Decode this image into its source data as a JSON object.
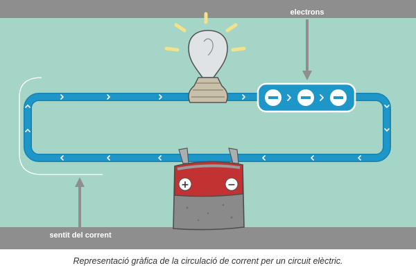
{
  "labels": {
    "electrons": "electrons",
    "current_direction": "sentit del corrent"
  },
  "battery": {
    "positive_symbol": "+",
    "negative_symbol": "−"
  },
  "caption": "Representació gràfica de la circulació de corrent per un circuit elèctric.",
  "colors": {
    "background": "#a5d5c7",
    "band": "#8e8e8e",
    "wire": "#1f96c8",
    "wire_outline": "#1581b0",
    "battery_red": "#c23232",
    "battery_body": "#8a8a8a",
    "glow": "#f3e28a"
  },
  "icons": [
    "light-bulb-icon",
    "battery-icon",
    "electron-icon"
  ]
}
